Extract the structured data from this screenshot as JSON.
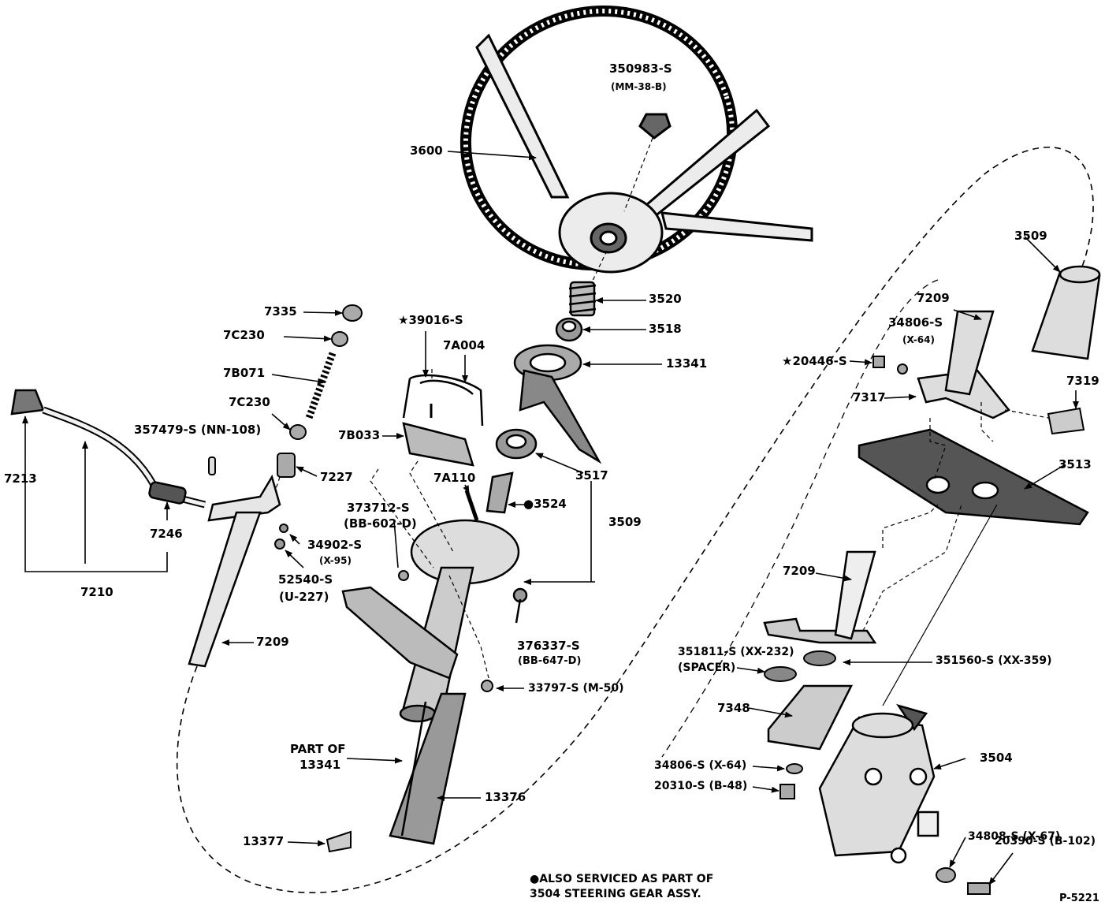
{
  "labels": {
    "l_350983s": "350983-S",
    "l_mm38b": "(MM-38-B)",
    "l_3600": "3600",
    "l_3520": "3520",
    "l_3518": "3518",
    "l_13341a": "13341",
    "l_3509a": "3509",
    "l_7209a": "7209",
    "l_34806s_a": "34806-S",
    "l_x64a": "(X-64)",
    "l_20446s": "★20446-S",
    "l_7317": "7317",
    "l_7319": "7319",
    "l_3513": "3513",
    "l_7335": "7335",
    "l_7c230a": "7C230",
    "l_7b071": "7B071",
    "l_7c230b": "7C230",
    "l_39016s": "★39016-S",
    "l_7a004": "7A004",
    "l_357479s": "357479-S (NN-108)",
    "l_7b033": "7B033",
    "l_7227": "7227",
    "l_7213": "7213",
    "l_3517": "3517",
    "l_7a110": "7A110",
    "l_3524": "●3524",
    "l_373712s": "373712-S",
    "l_bb602d": "(BB-602-D)",
    "l_3509b": "3509",
    "l_7246": "7246",
    "l_34902s": "34902-S",
    "l_x95": "(X-95)",
    "l_52540s": "52540-S",
    "l_u227": "(U-227)",
    "l_7210": "7210",
    "l_7209b": "7209",
    "l_7209c": "7209",
    "l_376337s": "376337-S",
    "l_bb647d": "(BB-647-D)",
    "l_351811s": "351811-S (XX-232)",
    "l_spacer": "(SPACER)",
    "l_351560s": "351560-S (XX-359)",
    "l_33797s": "33797-S (M-50)",
    "l_7348": "7348",
    "l_partof": "PART OF",
    "l_13341b": "13341",
    "l_3504": "3504",
    "l_34806s_b": "34806-S (X-64)",
    "l_20310s": "20310-S (B-48)",
    "l_13376": "13376",
    "l_34808s": "34808-S (X-67)",
    "l_13377": "13377",
    "l_20390s": "20390-S (B-102)"
  },
  "footnote": {
    "line1": "●ALSO SERVICED AS PART OF",
    "line2": "3504 STEERING GEAR ASSY."
  },
  "figure_id": "P-5221"
}
